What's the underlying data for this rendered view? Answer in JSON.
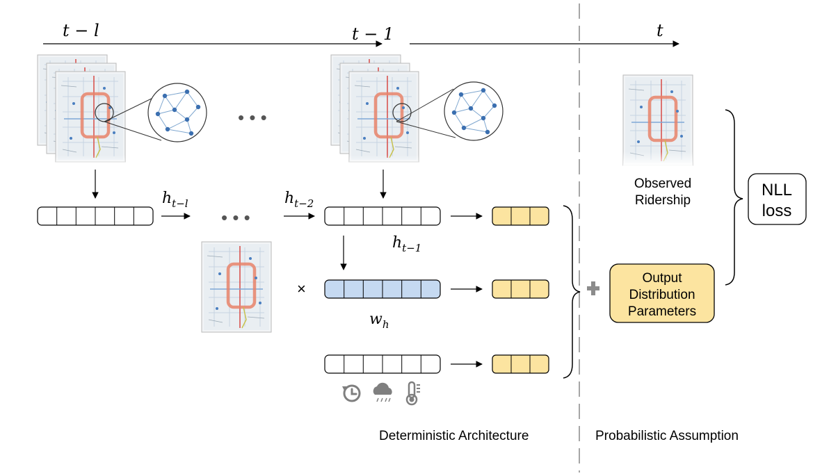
{
  "timeline": {
    "start_label": "t − l",
    "mid_label": "t − 1",
    "end_label": "t"
  },
  "hidden": {
    "h_t_l": {
      "base": "h",
      "sub": "t−l"
    },
    "h_t_2": {
      "base": "h",
      "sub": "t−2"
    },
    "h_t_1": {
      "base": "h",
      "sub": "t−1"
    },
    "w_h": {
      "base": "w",
      "sub": "h"
    }
  },
  "multiply_symbol": "×",
  "ellipsis": "• • •",
  "observed_label": [
    "Observed",
    "Ridership"
  ],
  "output_box_label": [
    "Output",
    "Distribution",
    "Parameters"
  ],
  "loss_label": [
    "NLL",
    "loss"
  ],
  "section_labels": {
    "deterministic": "Deterministic Architecture",
    "probabilistic": "Probabilistic Assumption"
  },
  "context_icons": [
    "clock-icon",
    "rain-cloud-icon",
    "thermometer-icon"
  ],
  "colors": {
    "output_yellow": "#fce4a0",
    "weight_blue": "#c5d9f1",
    "map_red": "#e8826a",
    "node_blue": "#3b6fb0",
    "divider_gray": "#a6a6a6",
    "plus_gray": "#8c8c8c"
  }
}
